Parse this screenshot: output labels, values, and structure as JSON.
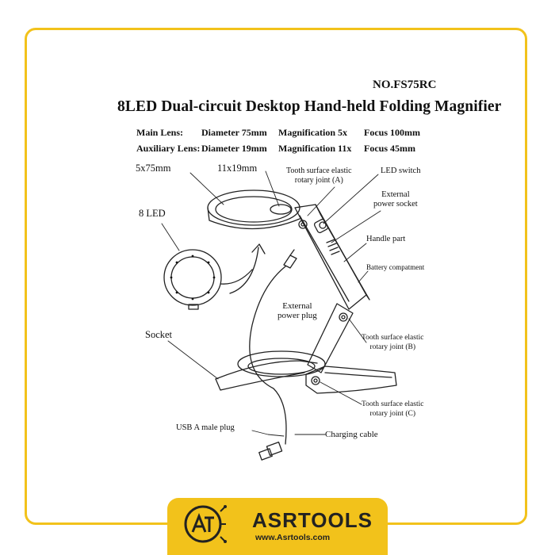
{
  "header": {
    "model_no": "NO.FS75RC",
    "title": "8LED Dual-circuit Desktop Hand-held Folding Magnifier"
  },
  "specs": {
    "main": {
      "name": "Main Lens:",
      "diameter": "Diameter 75mm",
      "magnification": "Magnification 5x",
      "focus": "Focus 100mm"
    },
    "aux": {
      "name": "Auxiliary Lens:",
      "diameter": "Diameter 19mm",
      "magnification": "Magnification 11x",
      "focus": "Focus 45mm"
    }
  },
  "callouts": {
    "main_lens": "5x75mm",
    "aux_lens": "11x19mm",
    "joint_a_1": "Tooth surface elastic",
    "joint_a_2": "rotary joint (A)",
    "led_switch": "LED switch",
    "ext_socket_1": "External",
    "ext_socket_2": "power socket",
    "handle": "Handle part",
    "battery": "Battery compatment",
    "led": "8 LED",
    "ext_plug_1": "External",
    "ext_plug_2": "power plug",
    "socket": "Socket",
    "joint_b_1": "Tooth surface elastic",
    "joint_b_2": "rotary joint (B)",
    "joint_c_1": "Tooth surface elastic",
    "joint_c_2": "rotary joint (C)",
    "usb": "USB A male plug",
    "cable": "Charging cable"
  },
  "brand": {
    "name": "ASRTOOLS",
    "url": "www.Asrtools.com",
    "accent": "#f2c21b"
  }
}
